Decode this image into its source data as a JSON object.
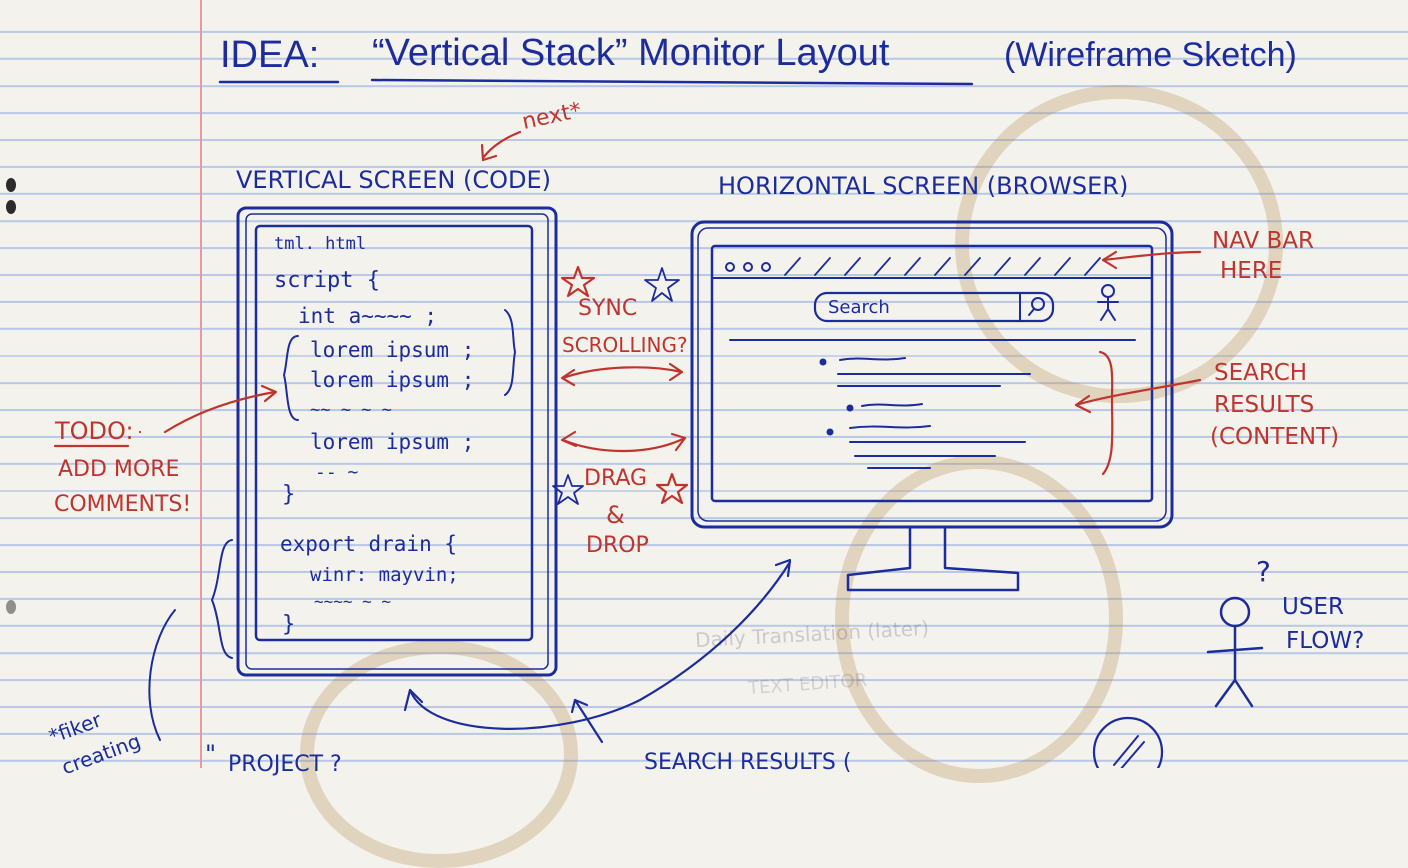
{
  "title": {
    "prefix": "IDEA:",
    "quoted": "“Vertical Stack” Monitor Layout",
    "suffix": "(Wireframe Sketch)"
  },
  "annotations": {
    "next": "next*",
    "todo": "TODO:",
    "add_more": "ADD MORE",
    "comments": "COMMENTS!",
    "sync": "SYNC",
    "scrolling": "SCROLLING?",
    "drag": "DRAG",
    "amp": "&",
    "drop": "DROP",
    "nav_bar": "NAV BAR",
    "here": "HERE",
    "search_results": "SEARCH",
    "results": "RESULTS",
    "content": "(CONTENT)",
    "user": "USER",
    "flow": "FLOW?",
    "question": "?",
    "fiker": "*fiker",
    "creating": "creating",
    "bottom_text": "SEARCH RESULTS (",
    "bottom_quote": "\"",
    "bottom_quote_text": "PROJECT ?"
  },
  "vertical_screen": {
    "label": "VERTICAL SCREEN (CODE)",
    "code_lines": [
      "tml. html",
      "script {",
      "int a~~~~ ;",
      "lorem ipsum ;",
      "lorem ipsum ;",
      "~~ ~ ~ ~",
      "lorem ipsum ;",
      "-- ~",
      "}",
      "export drain {",
      "winr: mayvin;",
      "~~~~ ~ ~",
      "}"
    ]
  },
  "horizontal_screen": {
    "label": "HORIZONTAL SCREEN (BROWSER)",
    "search_placeholder": "Search"
  },
  "faint_text": {
    "line1": "Daily Translation (later)",
    "line2": "TEXT EDITOR"
  },
  "colors": {
    "ink_blue": "#1c2c9c",
    "ink_red": "#c0342e",
    "paper": "#f4f2ec",
    "rule_line": "#b9c8e6",
    "margin_line": "#e39aa0",
    "coffee_stain": "#b08848"
  }
}
